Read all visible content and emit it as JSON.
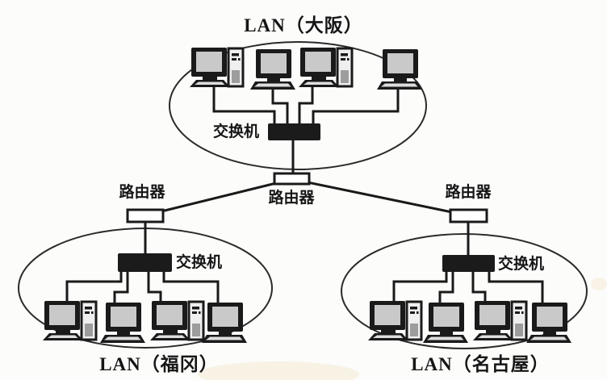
{
  "figure": {
    "type": "network-topology-diagram",
    "background": "#fcfcfb"
  },
  "labels": {
    "lan_top": "LAN（大阪）",
    "lan_bottom_left": "LAN（福冈）",
    "lan_bottom_right": "LAN（名古屋）",
    "switch_top": "交换机",
    "switch_bottom_left": "交换机",
    "switch_bottom_right": "交换机",
    "router_left": "路由器",
    "router_center": "路由器",
    "router_right": "路由器"
  },
  "colors": {
    "line": "#1a1a1a",
    "switch_fill": "#1b1b1b",
    "router_fill": "#ffffff",
    "screen_fill": "#c9c9c9",
    "scan_tint": "#f3e9d2"
  },
  "diagram": {
    "lans": [
      {
        "name": "LAN（大阪）",
        "position": "top",
        "computers": 4,
        "switch_label": "交换机"
      },
      {
        "name": "LAN（福冈）",
        "position": "bottom-left",
        "computers": 4,
        "switch_label": "交换机"
      },
      {
        "name": "LAN（名古屋）",
        "position": "bottom-right",
        "computers": 4,
        "switch_label": "交换机"
      }
    ],
    "routers": [
      {
        "label": "路由器",
        "position": "center",
        "connected_lan": "LAN（大阪）"
      },
      {
        "label": "路由器",
        "position": "left",
        "connected_lan": "LAN（福冈）"
      },
      {
        "label": "路由器",
        "position": "right",
        "connected_lan": "LAN（名古屋）"
      }
    ],
    "links": [
      "center-router — left-router",
      "center-router — right-router",
      "osaka-switch — center-router",
      "left-router — fukuoka-switch",
      "right-router — nagoya-switch"
    ]
  }
}
